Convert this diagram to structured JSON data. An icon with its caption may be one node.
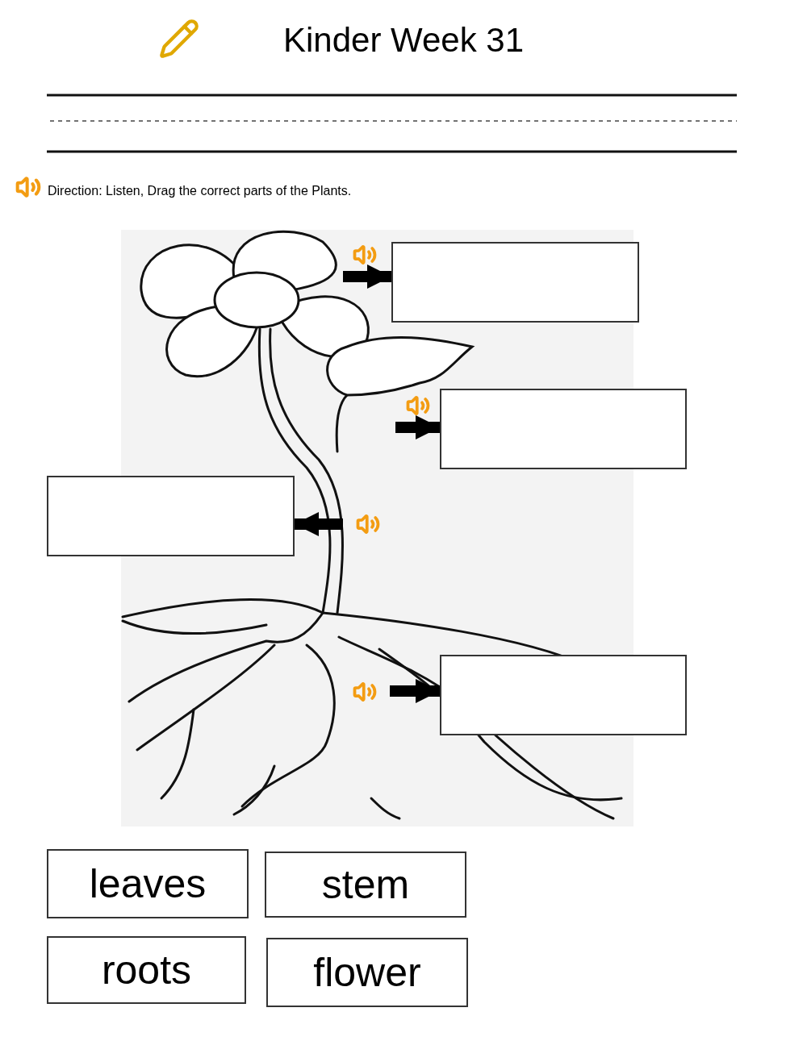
{
  "diagram": {
    "title": "Kinder Week 31",
    "nodes": [
      {
        "text": [],
        "shape": "box"
      },
      {
        "text": [],
        "shape": "box"
      },
      {
        "text": [],
        "shape": "box"
      },
      {
        "text": [],
        "shape": "box"
      },
      {
        "text": [
          "leaves"
        ]
      },
      {
        "text": [
          "stem"
        ]
      },
      {
        "text": [
          "roots"
        ]
      },
      {
        "text": [
          "flower"
        ]
      }
    ],
    "edges": [
      {
        "from": null,
        "to": 0,
        "arrow": "to"
      },
      {
        "from": null,
        "to": 1,
        "arrow": "to"
      },
      {
        "from": null,
        "to": 2,
        "arrow": "to"
      },
      {
        "from": null,
        "to": 3,
        "arrow": "to"
      }
    ],
    "labels": [
      "Direction: Listen, Drag the correct parts of the Plants."
    ]
  }
}
